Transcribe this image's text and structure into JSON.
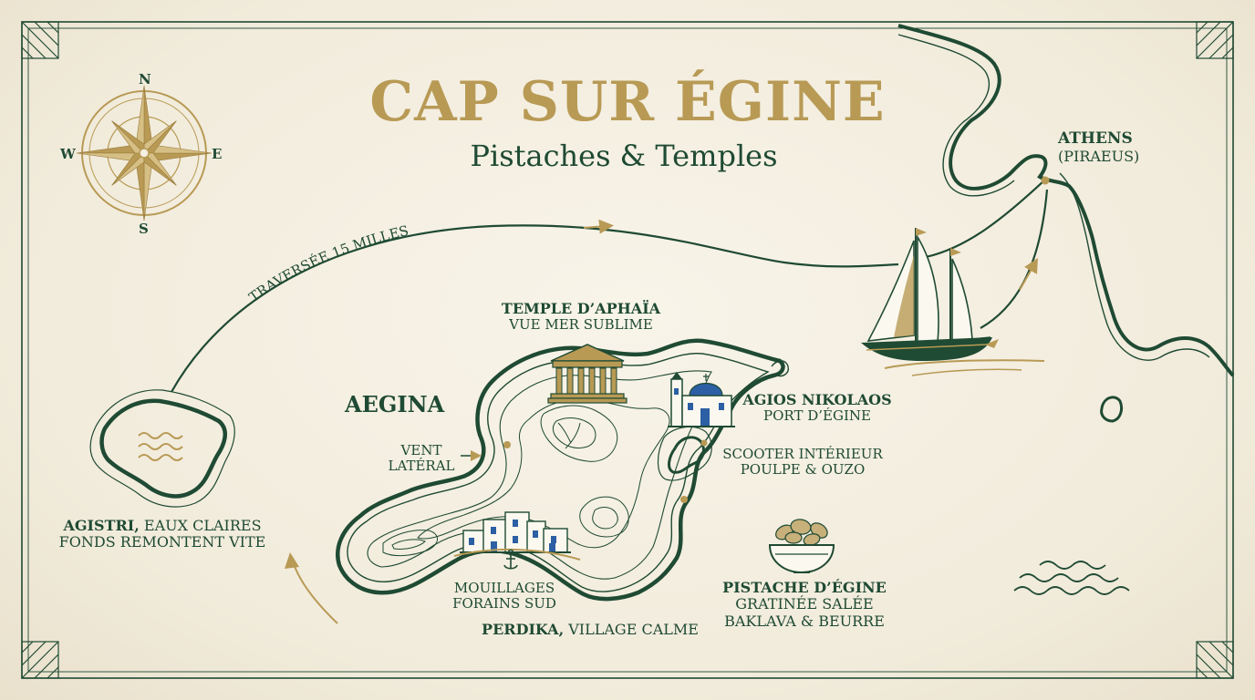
{
  "title": "CAP SUR ÉGINE",
  "subtitle": "Pistaches & Temples",
  "compass": {
    "n": "N",
    "s": "S",
    "e": "E",
    "w": "W"
  },
  "route_label": "TRAVERSÉE 15 MILLES",
  "places": {
    "athens": {
      "name": "ATHENS",
      "sub": "(PIRAEUS)"
    },
    "aegina": {
      "name": "AEGINA"
    },
    "temple": {
      "name": "TEMPLE D’APHAÏA",
      "sub": "VUE MER SUBLIME"
    },
    "agios": {
      "name": "AGIOS NIKOLAOS",
      "sub": "PORT D’ÉGINE"
    },
    "scooter": {
      "line1": "SCOOTER INTÉRIEUR",
      "line2": "POULPE & OUZO"
    },
    "vent": {
      "line1": "VENT",
      "line2": "LATÉRAL"
    },
    "agistri": {
      "name": "AGISTRI,",
      "rest": " EAUX CLAIRES",
      "line2": "FONDS REMONTENT VITE"
    },
    "mouillages": {
      "line1": "MOUILLAGES",
      "line2": "FORAINS SUD"
    },
    "perdika": {
      "name": "PERDIKA,",
      "rest": " VILLAGE CALME"
    },
    "pistache": {
      "name": "PISTACHE D’ÉGINE",
      "line1": "GRATINÉE SALÉE",
      "line2": "BAKLAVA & BEURRE"
    }
  },
  "icons": [
    "compass-rose-icon",
    "sailboat-icon",
    "greek-temple-icon",
    "church-icon",
    "village-houses-icon",
    "pistachio-bowl-icon",
    "anchor-icon",
    "wave-icon"
  ],
  "colors": {
    "ink_green": "#1f4a33",
    "gold": "#b89a55",
    "paper": "#f4efe2"
  }
}
